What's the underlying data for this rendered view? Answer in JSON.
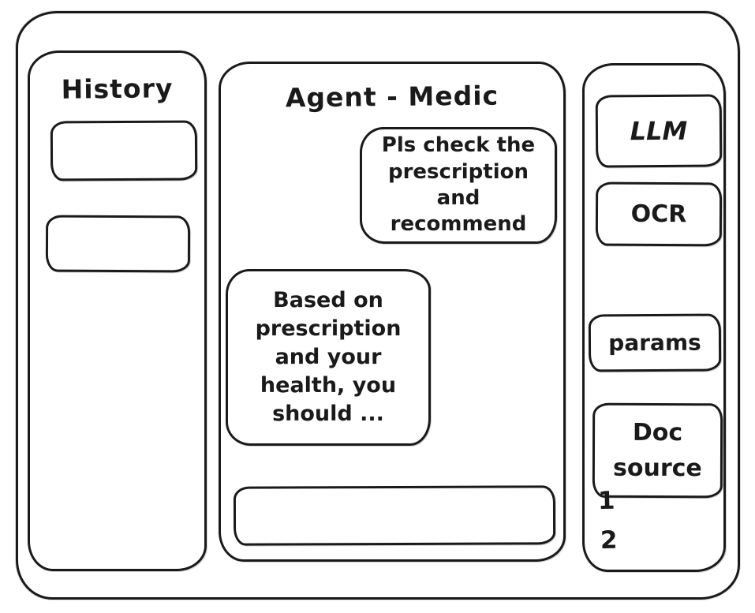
{
  "colors": {
    "ink": "#1a1a1a",
    "background": "#ffffff"
  },
  "history": {
    "title": "History",
    "items": [
      {
        "label": ""
      },
      {
        "label": ""
      }
    ]
  },
  "chat": {
    "title": "Agent - Medic",
    "messages": [
      {
        "role": "user",
        "text": "Pls check the prescription and recommend"
      },
      {
        "role": "assistant",
        "text": "Based on prescription and your health, you should ..."
      }
    ],
    "input": {
      "value": "",
      "placeholder": ""
    }
  },
  "tools": {
    "llm_label": "LLM",
    "ocr_label": "OCR",
    "params_label": "params",
    "doc_source_label": "Doc source",
    "doc_source_items": [
      "1",
      "2"
    ]
  }
}
